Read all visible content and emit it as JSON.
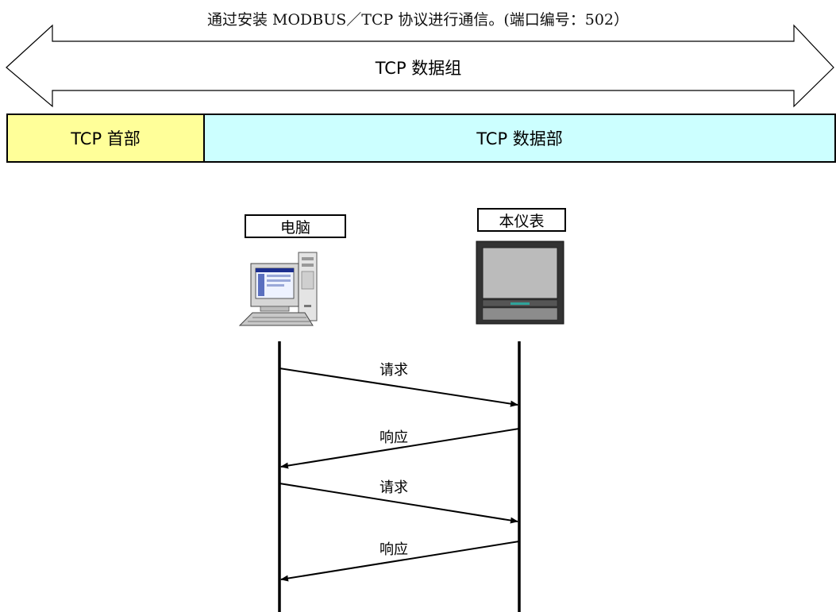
{
  "caption": "通过安装 MODBUS／TCP 协议进行通信。(端口编号：502）",
  "packet": {
    "title": "TCP 数据组",
    "header_label": "TCP 首部",
    "data_label": "TCP 数据部"
  },
  "nodes": {
    "pc_label": "电脑",
    "device_label": "本仪表"
  },
  "messages": [
    "请求",
    "响应",
    "请求",
    "响应"
  ],
  "colors": {
    "header_fill": "#FFFF99",
    "data_fill": "#CCFFFF",
    "lines": "#000000",
    "device_screen": "#BBBBBB",
    "device_body": "#333333"
  }
}
